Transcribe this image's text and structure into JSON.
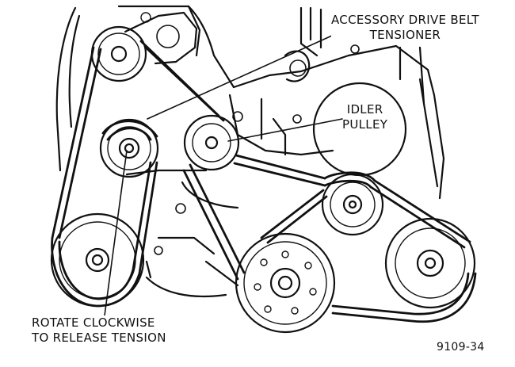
{
  "labels": {
    "tensioner": [
      "ACCESSORY DRIVE BELT",
      "TENSIONER"
    ],
    "idler": [
      "IDLER",
      "PULLEY"
    ],
    "rotate": [
      "ROTATE CLOCKWISE",
      "TO RELEASE TENSION"
    ]
  },
  "figure_number": "9109-34",
  "colors": {
    "ink": "#111111",
    "paper": "#ffffff",
    "shade": "#d9d9d9"
  }
}
